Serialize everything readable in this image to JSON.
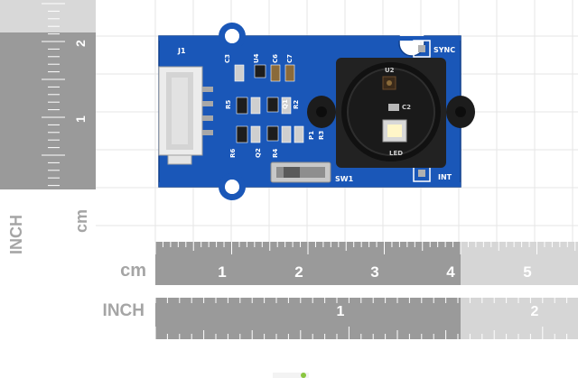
{
  "rulers": {
    "vertical": {
      "units": [
        "INCH",
        "cm"
      ],
      "cm_numbers": [
        "1",
        "2"
      ]
    },
    "horizontal": {
      "cm_label": "cm",
      "inch_label": "INCH",
      "cm_numbers": [
        "1",
        "2",
        "3",
        "4",
        "5"
      ],
      "inch_numbers": [
        "1",
        "2"
      ]
    }
  },
  "board": {
    "silkscreen": {
      "connector": "J1",
      "sync": "SYNC",
      "int": "INT",
      "switch": "SW1",
      "sensor": "U2",
      "cap": "C2",
      "led": "LED",
      "parts": [
        "C3",
        "U4",
        "C6",
        "C7",
        "R5",
        "Q1",
        "R2",
        "R6",
        "Q2",
        "R4",
        "P1",
        "R3"
      ]
    },
    "colors": {
      "pcb": "#1a57b8",
      "lens_housing": "#1c1c1c",
      "connector": "#ececec",
      "ruler_dark": "#8f8f8f",
      "ruler_light": "#d6d6d6"
    }
  }
}
